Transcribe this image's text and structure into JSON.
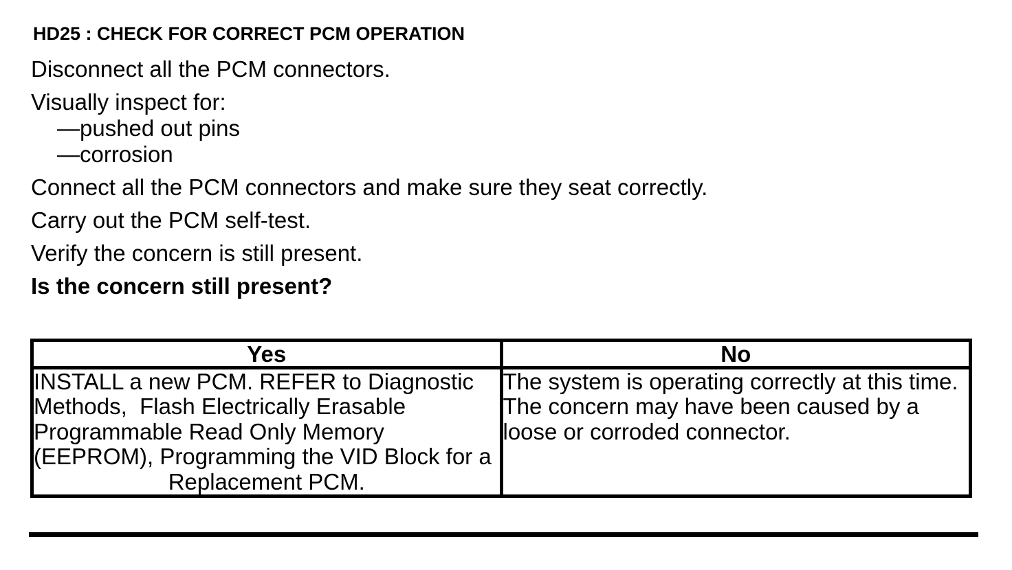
{
  "colors": {
    "text": "#000000",
    "background": "#ffffff",
    "table_border": "#000000"
  },
  "document": {
    "title": "HD25 : CHECK FOR CORRECT PCM OPERATION",
    "steps": {
      "disconnect": "Disconnect all the PCM connectors.",
      "inspect_intro": "Visually inspect for:",
      "inspect_items": [
        "—pushed out pins",
        "—corrosion"
      ],
      "connect": "Connect all the PCM connectors and make sure they seat correctly.",
      "self_test": "Carry out the PCM self-test.",
      "verify": "Verify the concern is still present.",
      "question": "Is the concern still present?"
    },
    "result_table": {
      "headers": {
        "yes": "Yes",
        "no": "No"
      },
      "yes_action_text": "INSTALL a new PCM. REFER to Diagnostic Methods, Flash Electrically Erasable Programmable Read Only Memory (EEPROM), Programming the VID Block for a Replacement PCM.",
      "yes_action_lines": [
        "INSTALL a new PCM. REFER to Diagnostic",
        "Methods,  Flash Electrically Erasable",
        "Programmable Read Only Memory",
        "(EEPROM), Programming the VID Block for a",
        "Replacement PCM."
      ],
      "no_action_text": "The system is operating correctly at this time. The concern may have been caused by a loose or corroded connector.",
      "no_action_lines": [
        "The system is operating correctly at this time.",
        "The concern may have been caused by a",
        "loose or corroded connector."
      ]
    }
  }
}
